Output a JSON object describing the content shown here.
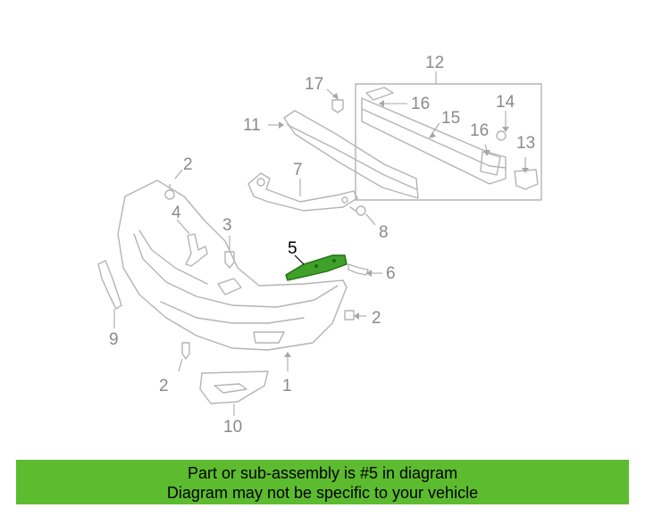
{
  "callouts": {
    "c1": "1",
    "c2a": "2",
    "c2b": "2",
    "c2c": "2",
    "c3": "3",
    "c4": "4",
    "c5": "5",
    "c6": "6",
    "c7": "7",
    "c8": "8",
    "c9": "9",
    "c10": "10",
    "c11": "11",
    "c12": "12",
    "c13": "13",
    "c14": "14",
    "c15": "15",
    "c16a": "16",
    "c16b": "16",
    "c17": "17"
  },
  "highlight_part": "5",
  "colors": {
    "highlight": "#3fa02a",
    "banner": "#5dbb2f",
    "line": "#b4b4b4",
    "label": "#8a8a8a"
  },
  "banner": {
    "line1": "Part or sub-assembly is #5 in diagram",
    "line2": "Diagram may not be specific to your vehicle"
  }
}
